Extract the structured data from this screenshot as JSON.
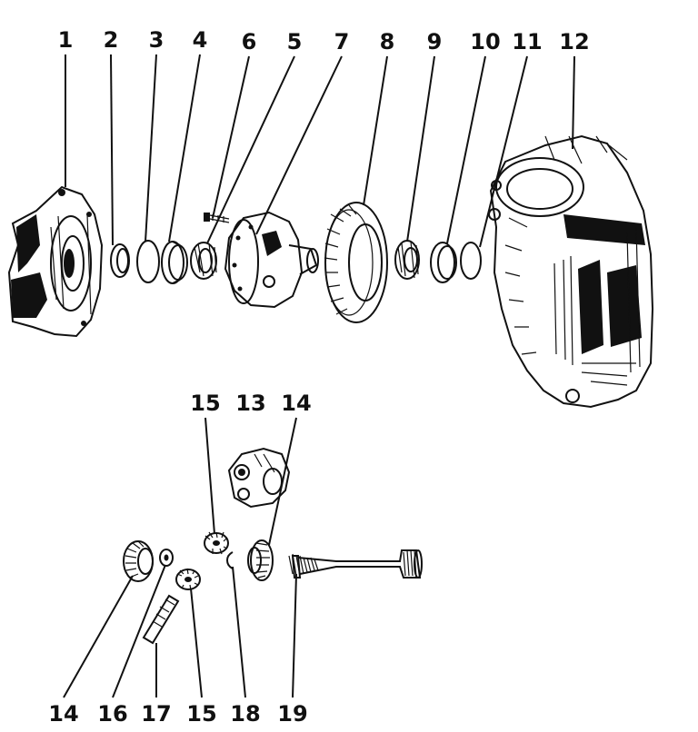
{
  "callouts": {
    "c1": "1",
    "c2": "2",
    "c3": "3",
    "c4": "4",
    "c6": "6",
    "c5": "5",
    "c7": "7",
    "c8": "8",
    "c9": "9",
    "c10": "10",
    "c11": "11",
    "c12": "12",
    "c15a": "15",
    "c13": "13",
    "c14a": "14",
    "c14b": "14",
    "c16": "16",
    "c17": "17",
    "c15b": "15",
    "c18": "18",
    "c19": "19"
  }
}
